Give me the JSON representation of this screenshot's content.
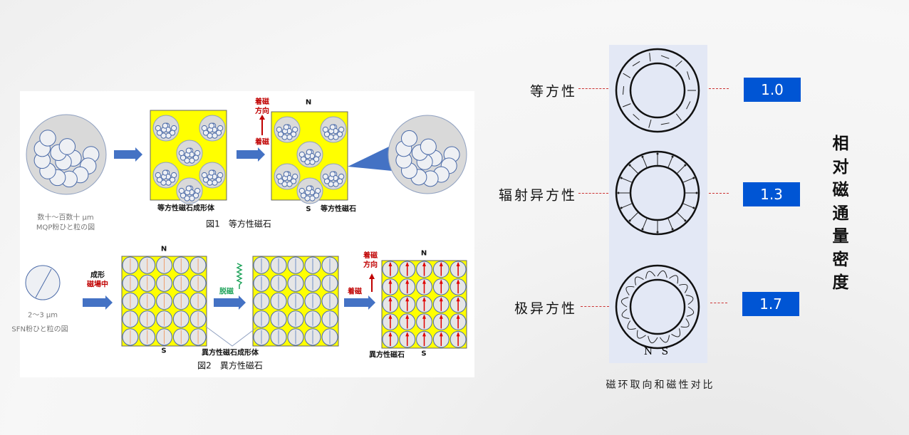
{
  "figure1": {
    "particle_size": "数十～百数十 μm",
    "particle_caption": "MQP粉ひと粒の図",
    "compact_label": "等方性磁石成形体",
    "magnetize": "着磁",
    "magnetize_direction": "着磁方向",
    "north": "N",
    "south": "S",
    "magnet_label": "等方性磁石",
    "caption": "図1　等方性磁石"
  },
  "figure2": {
    "particle_size": "2～3 μm",
    "particle_caption": "SFN粉ひと粒の図",
    "forming": "成形",
    "in_field": "磁場中",
    "demagnetize": "脱磁",
    "north": "N",
    "south": "S",
    "compact_label": "異方性磁石成形体",
    "magnetize": "着磁",
    "magnetize_direction": "着磁方向",
    "magnet_label": "異方性磁石",
    "caption": "図2　異方性磁石"
  },
  "comparison": {
    "rows": [
      {
        "label": "等方性",
        "value": "1.0"
      },
      {
        "label": "辐射异方性",
        "value": "1.3"
      },
      {
        "label": "极异方性",
        "value": "1.7"
      }
    ],
    "pole_labels": "N S",
    "caption": "磁环取向和磁性对比",
    "axis_title": "相对磁通量密度"
  },
  "colors": {
    "value_box": "#0055d4",
    "panel": "#e3e8f5",
    "yellow": "#ffff00",
    "arrow_blue": "#4472c4"
  }
}
